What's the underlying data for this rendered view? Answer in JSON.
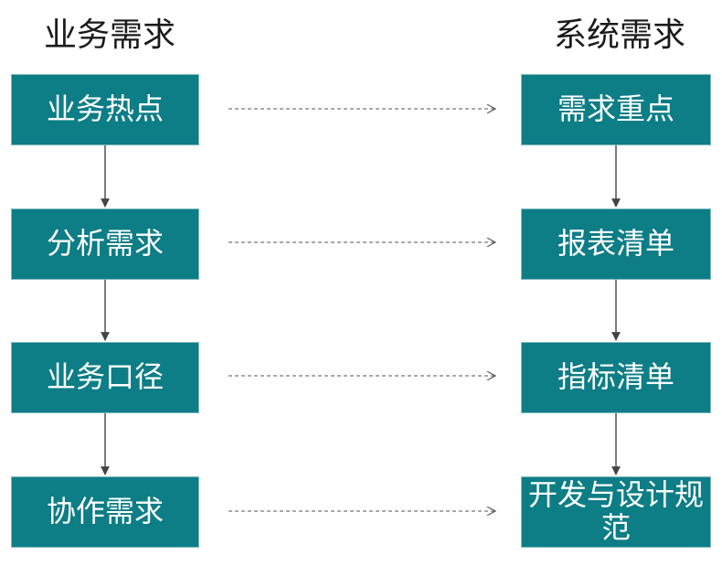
{
  "headings": {
    "left": "业务需求",
    "right": "系统需求"
  },
  "business_steps": [
    {
      "label": "业务热点"
    },
    {
      "label": "分析需求"
    },
    {
      "label": "业务口径"
    },
    {
      "label": "协作需求"
    }
  ],
  "system_steps": [
    {
      "label": "需求重点"
    },
    {
      "label": "报表清单"
    },
    {
      "label": "指标清单"
    },
    {
      "label": "开发与设计规范"
    }
  ],
  "colors": {
    "box_fill": "#0d7d86",
    "box_border": "#7fb9bd",
    "box_text": "#ffffff",
    "connector": "#444444",
    "dashed_connector": "#555555"
  }
}
